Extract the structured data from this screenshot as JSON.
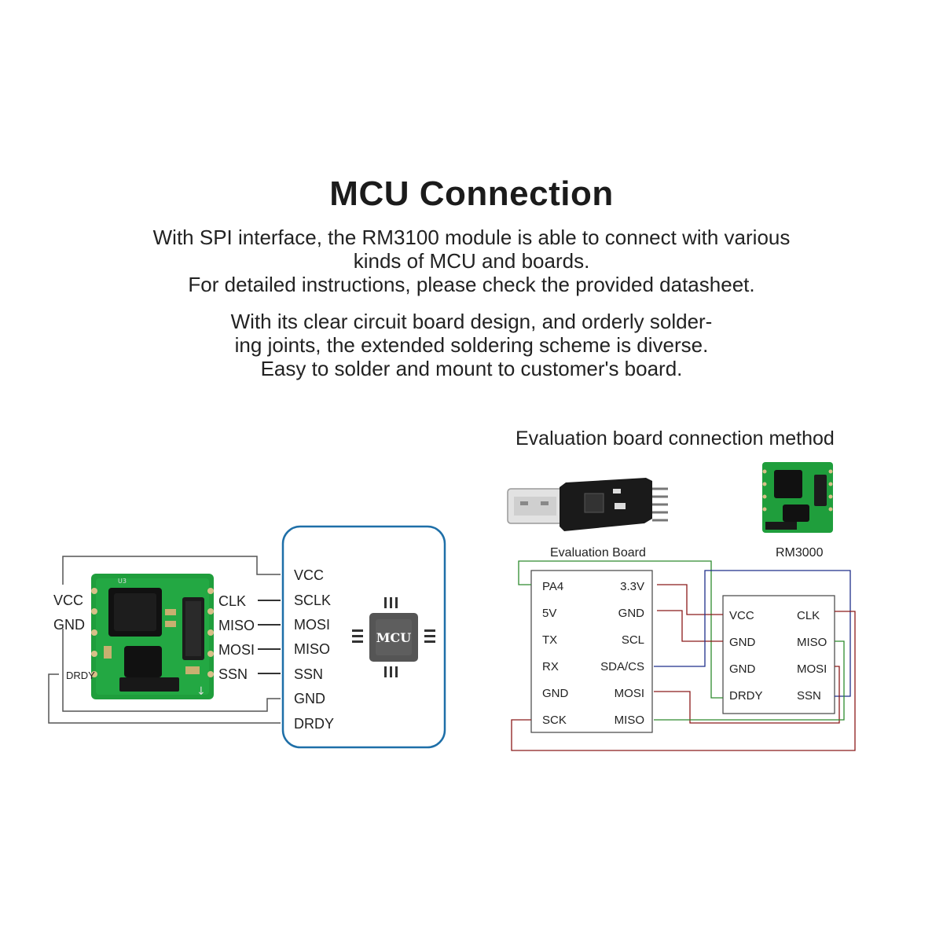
{
  "heading": "MCU Connection",
  "intro_lines": [
    "With SPI interface, the RM3100 module is able to connect with various",
    "kinds of MCU and boards.",
    "For detailed instructions, please check the provided datasheet."
  ],
  "detail_lines": [
    "With its clear circuit board design, and orderly solder-",
    "ing joints, the extended soldering scheme is diverse.",
    "Easy to solder and mount to customer's board."
  ],
  "left_diagram": {
    "module_left_pins": [
      "VCC",
      "GND",
      "DRDY"
    ],
    "module_right_pins": [
      "CLK",
      "MISO",
      "MOSI",
      "SSN"
    ],
    "mcu_pins": [
      "VCC",
      "SCLK",
      "MOSI",
      "MISO",
      "SSN",
      "GND",
      "DRDY"
    ],
    "chip_label": "MCU"
  },
  "right_diagram": {
    "title": "Evaluation board connection method",
    "eval_board_caption": "Evaluation Board",
    "module_caption": "RM3000",
    "eval_left_pins": [
      "PA4",
      "5V",
      "TX",
      "RX",
      "GND",
      "SCK"
    ],
    "eval_right_pins": [
      "3.3V",
      "GND",
      "SCL",
      "SDA/CS",
      "MOSI",
      "MISO"
    ],
    "module_left_pins": [
      "VCC",
      "GND",
      "GND",
      "DRDY"
    ],
    "module_right_pins": [
      "CLK",
      "MISO",
      "MOSI",
      "SSN"
    ],
    "wire_colors": {
      "red": "#8b1a1a",
      "green": "#2e8b2e",
      "blue": "#1f2f8a",
      "gray": "#666666"
    }
  },
  "colors": {
    "mcu_frame": "#1e6fa8",
    "pcb_green": "#1f9e3c"
  }
}
